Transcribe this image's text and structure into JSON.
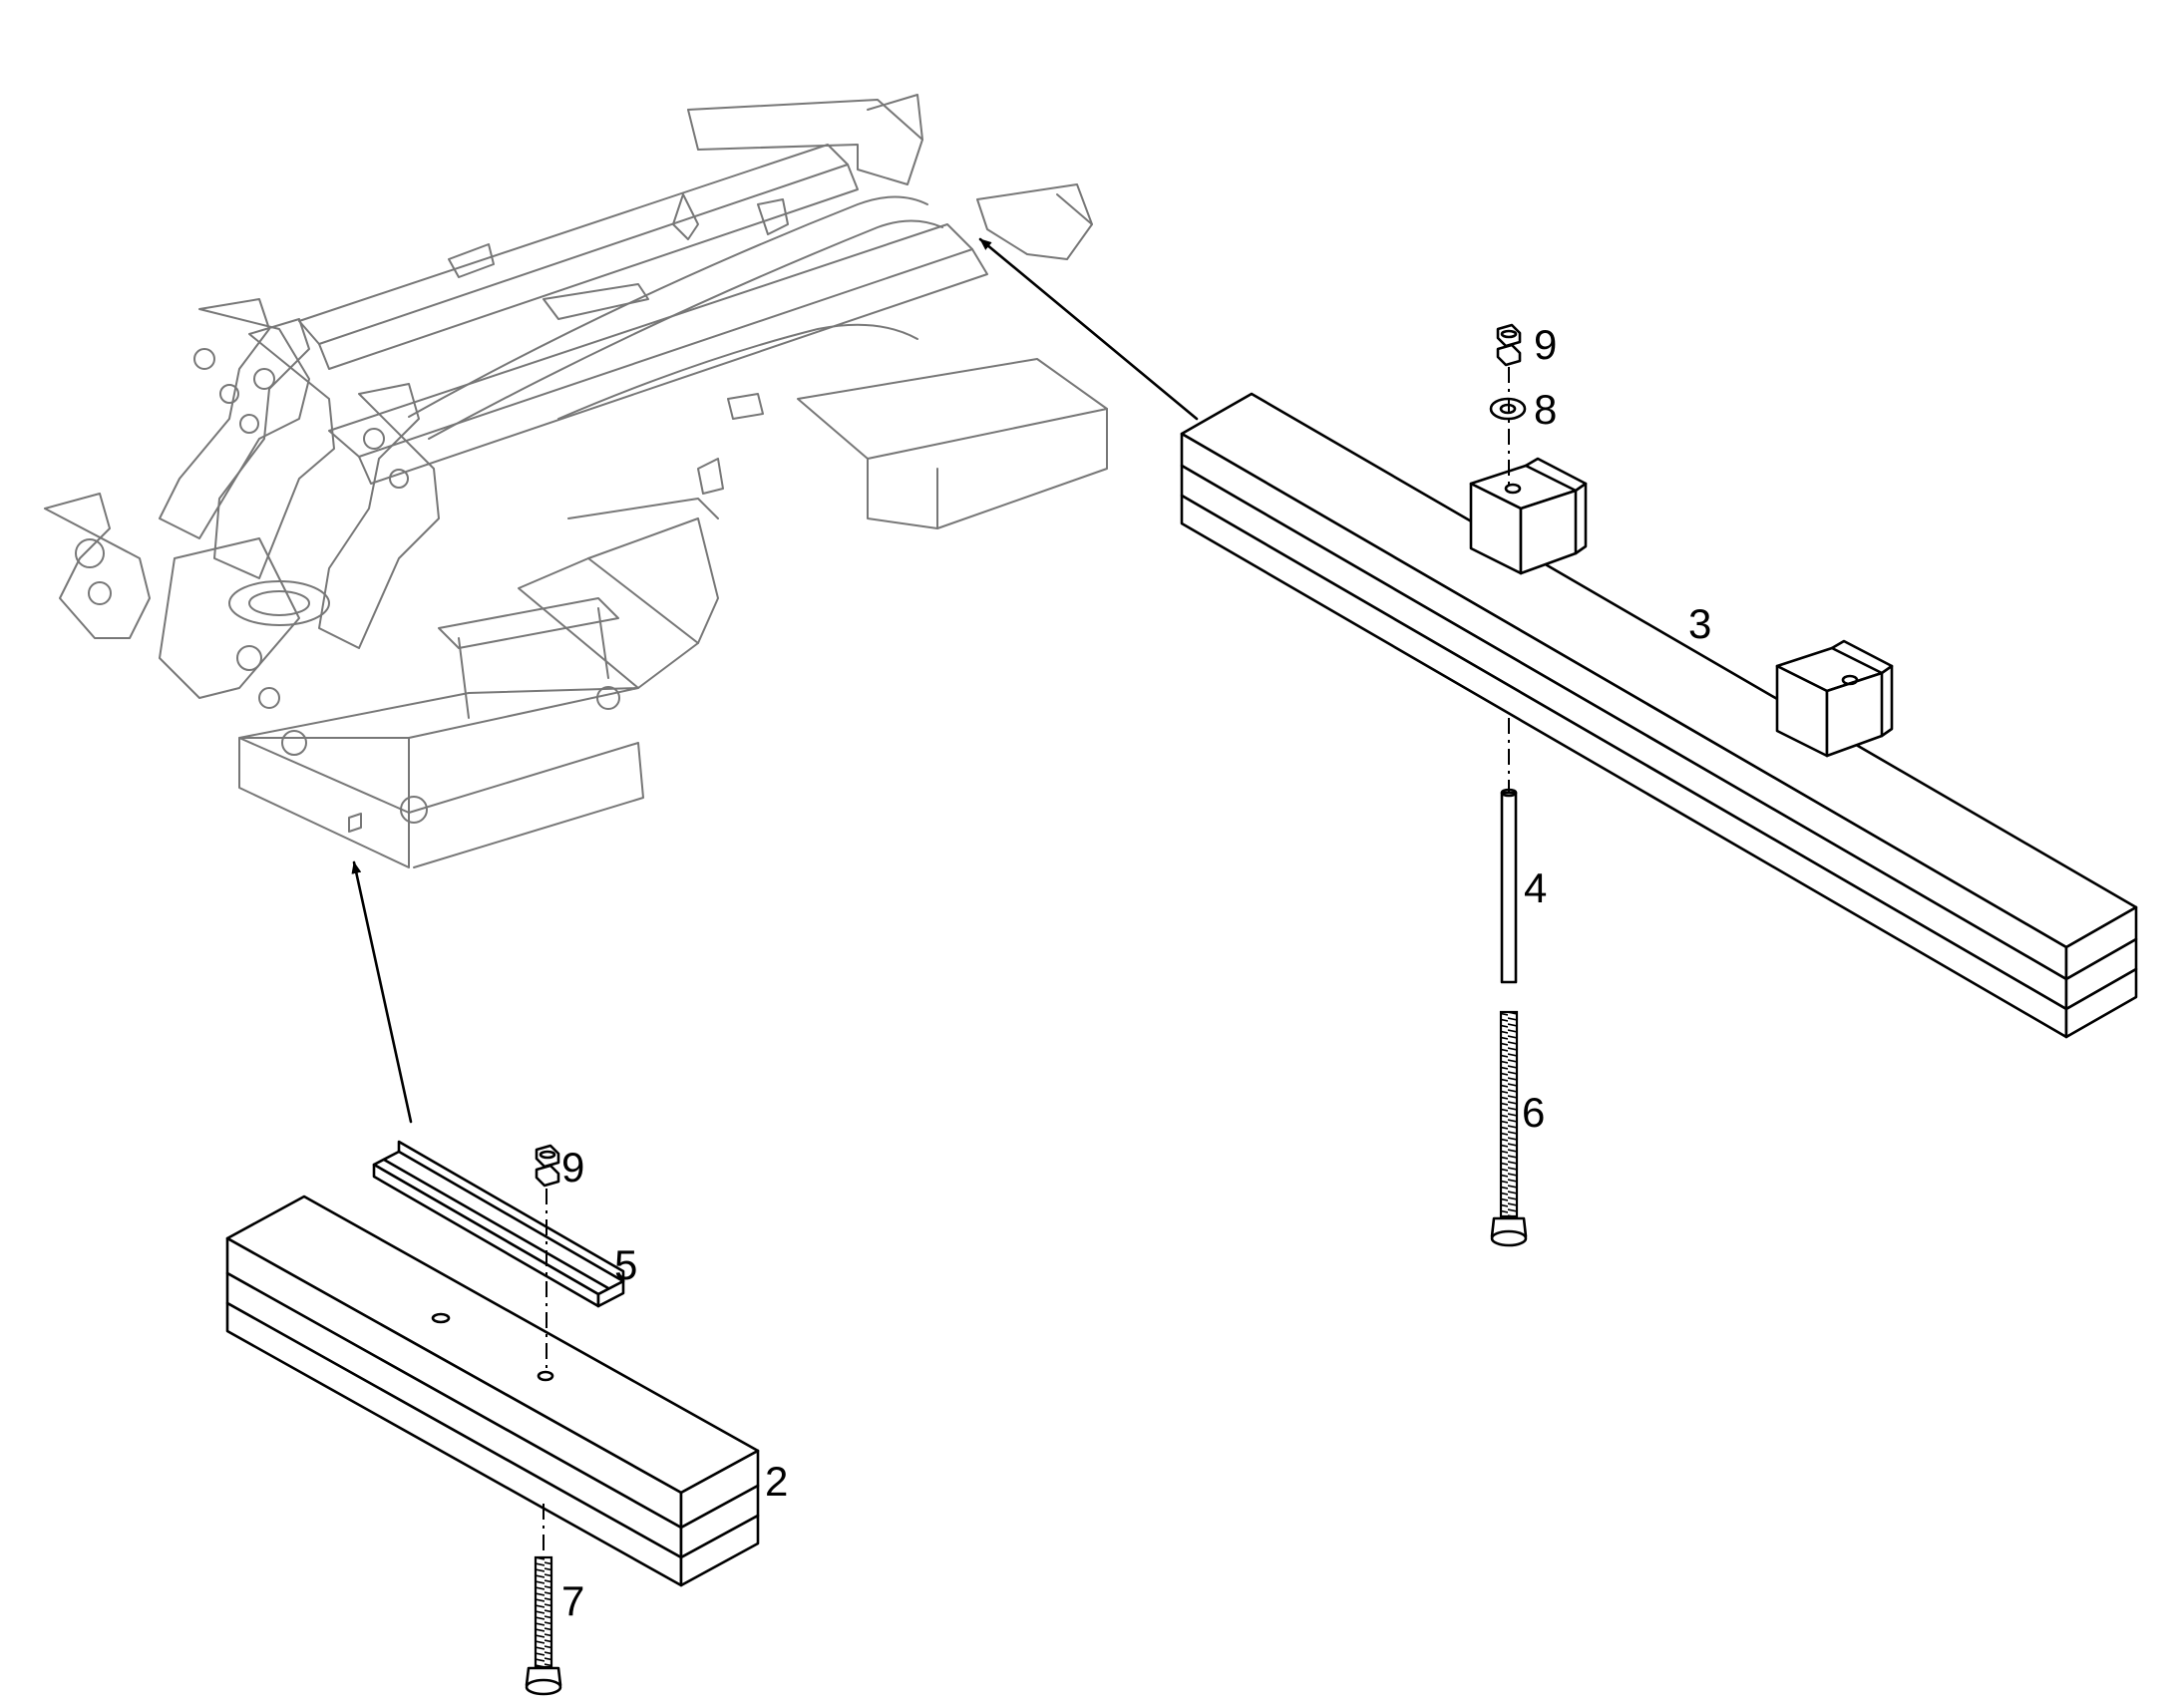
{
  "callouts": {
    "item2": "2",
    "item3": "3",
    "item4": "4",
    "item5": "5",
    "item6": "6",
    "item7": "7",
    "item8": "8",
    "item9_right": "9",
    "item9_left": "9"
  }
}
